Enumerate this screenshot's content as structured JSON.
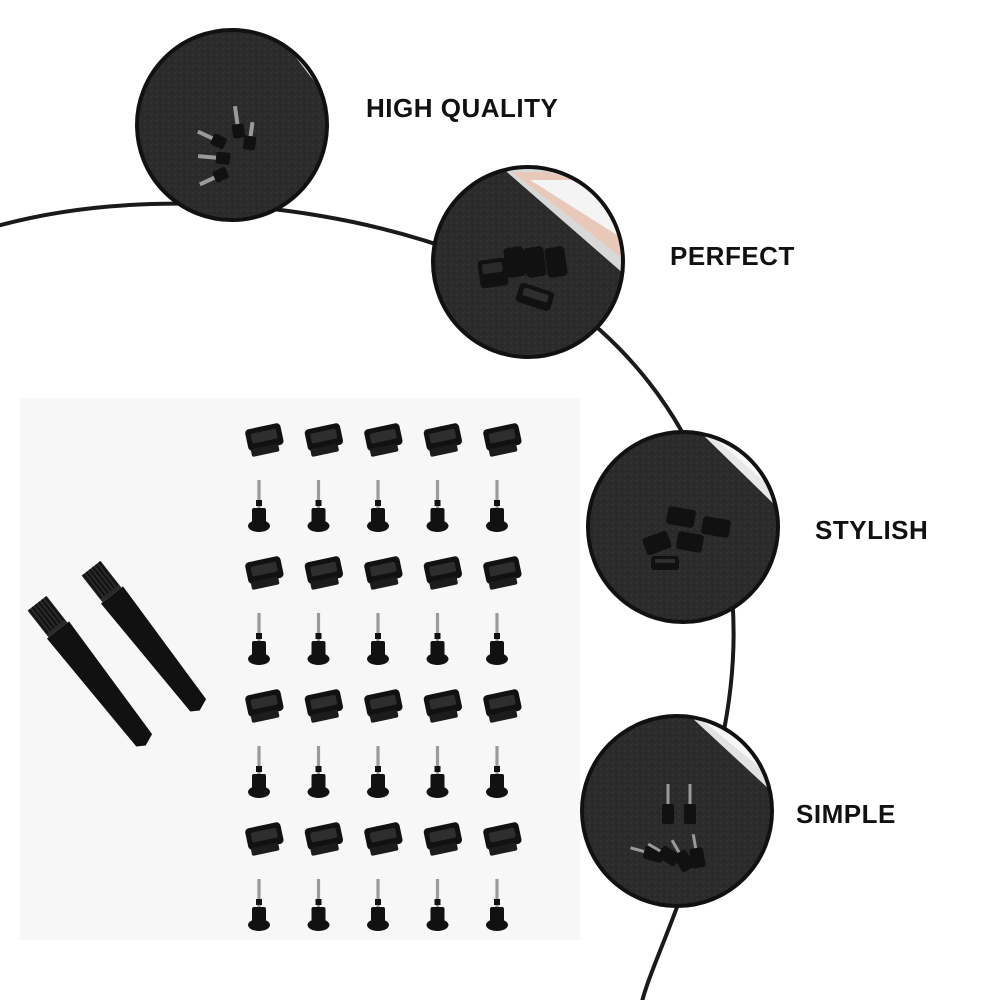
{
  "features": [
    {
      "label": "HIGH QUALITY",
      "icon": "pin-plugs-icon"
    },
    {
      "label": "PERFECT",
      "icon": "usb-c-caps-icon"
    },
    {
      "label": "STYLISH",
      "icon": "micro-usb-caps-icon"
    },
    {
      "label": "SIMPLE",
      "icon": "earphone-plugs-icon"
    }
  ],
  "product": {
    "rows": 4,
    "columns": 5,
    "brushes": 2
  },
  "colors": {
    "background": "#ffffff",
    "panel": "#f7f7f7",
    "curve": "#1a1a1a",
    "circle_fill": "#2b2b2b",
    "circle_border": "#111111",
    "plug": "#111111",
    "pin": "#9a9a9a",
    "text": "#111111"
  }
}
